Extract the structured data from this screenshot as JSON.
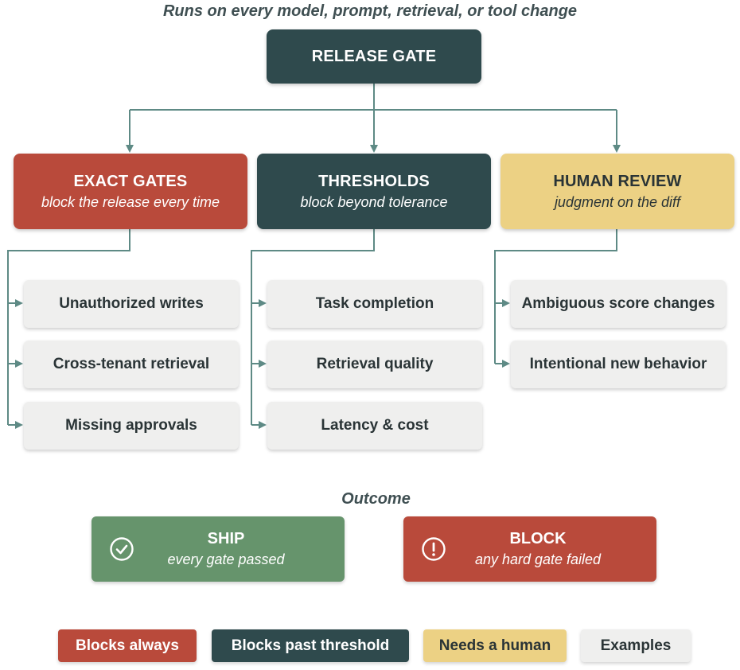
{
  "header": {
    "caption": "Runs on every model, prompt, retrieval, or tool change",
    "root_label": "RELEASE GATE"
  },
  "categories": [
    {
      "title": "EXACT GATES",
      "subtitle": "block the release every time",
      "color": "#b94a3b",
      "examples": [
        "Unauthorized writes",
        "Cross-tenant retrieval",
        "Missing approvals"
      ]
    },
    {
      "title": "THRESHOLDS",
      "subtitle": "block beyond tolerance",
      "color": "#2f4a4d",
      "examples": [
        "Task completion",
        "Retrieval quality",
        "Latency & cost"
      ]
    },
    {
      "title": "HUMAN REVIEW",
      "subtitle": "judgment on the diff",
      "color": "#ecd184",
      "examples": [
        "Ambiguous score changes",
        "Intentional new behavior"
      ]
    }
  ],
  "outcome": {
    "heading": "Outcome",
    "ship": {
      "title": "SHIP",
      "subtitle": "every gate passed",
      "icon": "check-circle-icon",
      "color": "#66946c"
    },
    "block": {
      "title": "BLOCK",
      "subtitle": "any hard gate failed",
      "icon": "alert-circle-icon",
      "color": "#b94a3b"
    }
  },
  "legend": [
    {
      "label": "Blocks always",
      "color": "#b94a3b"
    },
    {
      "label": "Blocks past threshold",
      "color": "#2f4a4d"
    },
    {
      "label": "Needs a human",
      "color": "#ecd184"
    },
    {
      "label": "Examples",
      "color": "#efefee"
    }
  ],
  "connector_color": "#5e8a85"
}
